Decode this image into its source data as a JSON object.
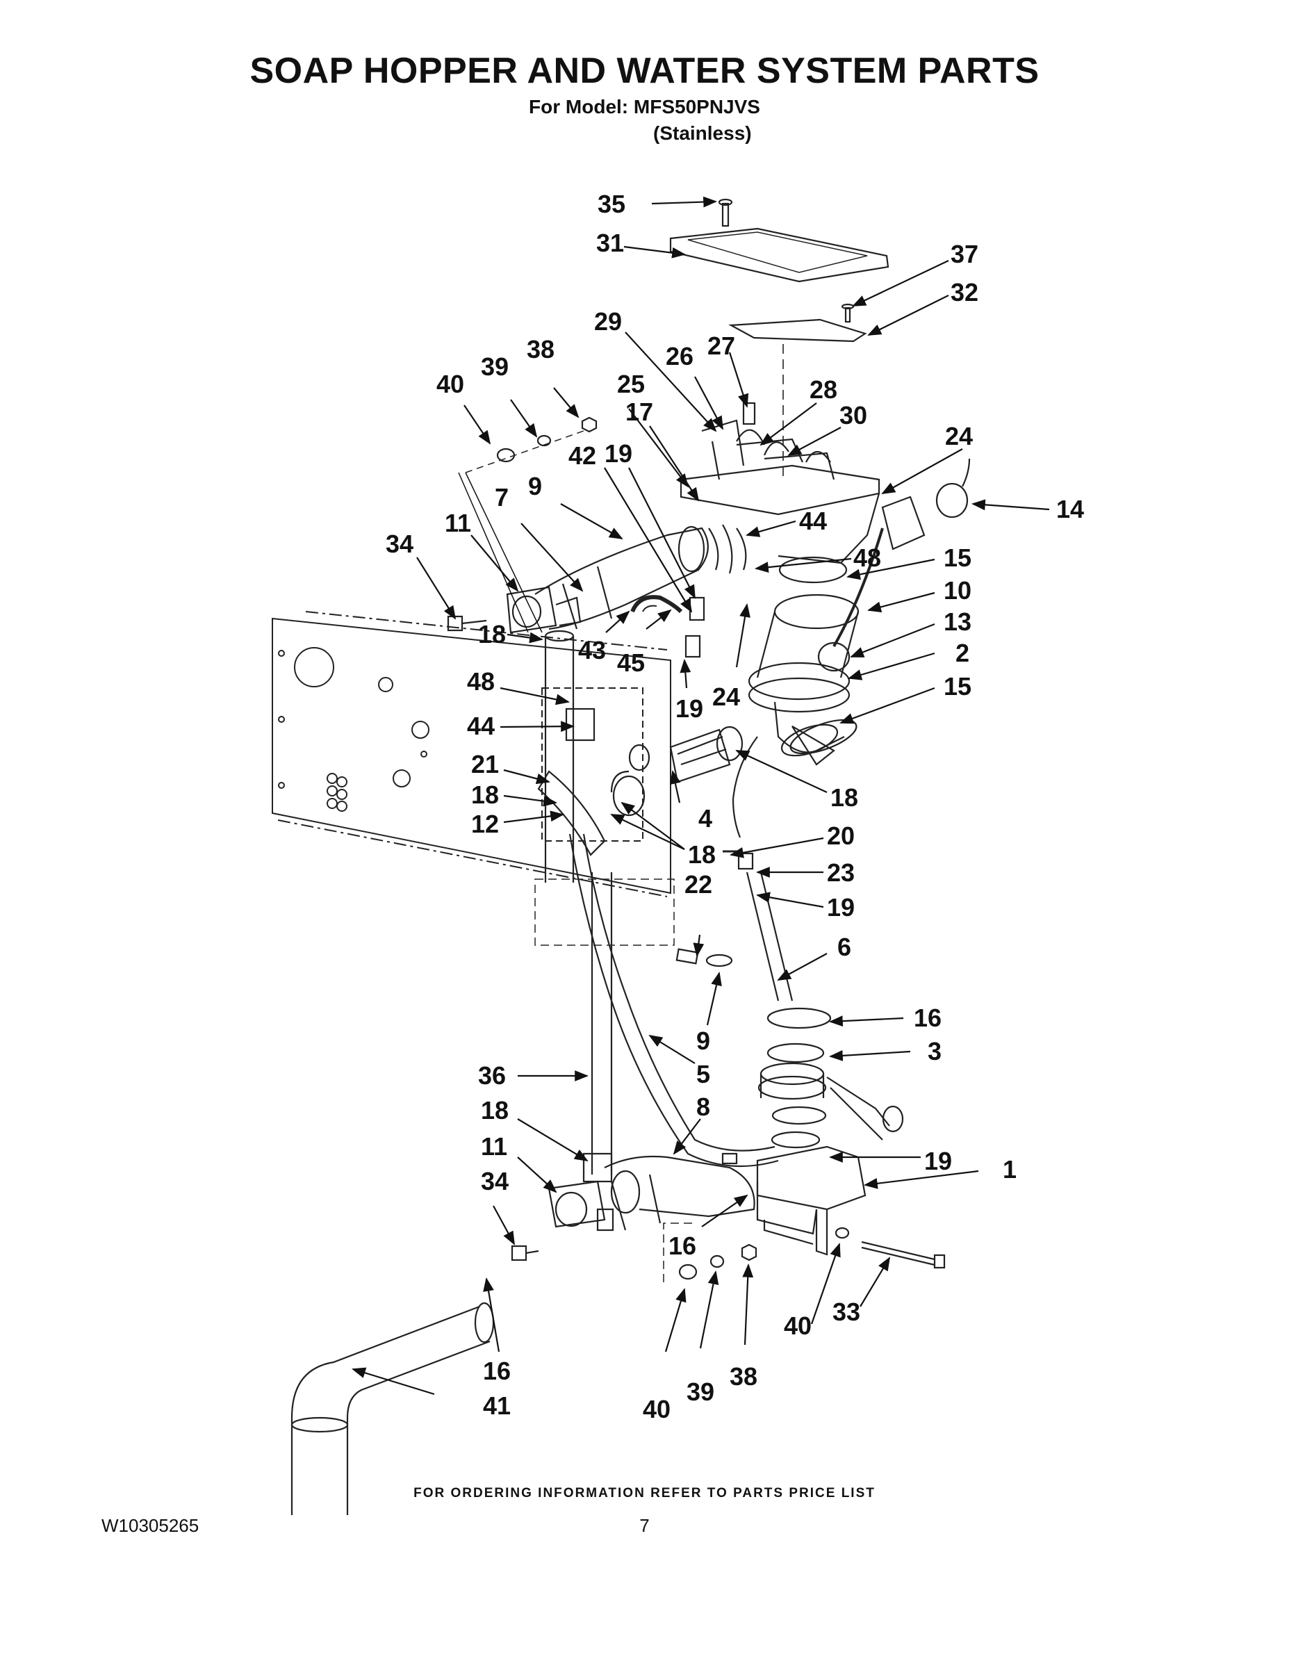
{
  "title": "SOAP HOPPER AND WATER SYSTEM PARTS",
  "subtitle": "For Model: MFS50PNJVS",
  "finish": "(Stainless)",
  "footer_note": "FOR ORDERING INFORMATION REFER TO PARTS PRICE LIST",
  "doc_number": "W10305265",
  "page_number": "7",
  "callouts": {
    "c35": "35",
    "c31": "31",
    "c37": "37",
    "c32": "32",
    "c29": "29",
    "c26": "26",
    "c27": "27",
    "c28": "28",
    "c30": "30",
    "c24a": "24",
    "c14": "14",
    "c40a": "40",
    "c39a": "39",
    "c38a": "38",
    "c25": "25",
    "c17": "17",
    "c42": "42",
    "c19a": "19",
    "c11a": "11",
    "c7": "7",
    "c9a": "9",
    "c34a": "34",
    "c44a": "44",
    "c48a": "48",
    "c15a": "15",
    "c10": "10",
    "c13": "13",
    "c2": "2",
    "c15b": "15",
    "c18a": "18",
    "c43": "43",
    "c45": "45",
    "c24b": "24",
    "c19b": "19",
    "c48b": "48",
    "c44b": "44",
    "c21": "21",
    "c18b": "18",
    "c12": "12",
    "c18c": "18",
    "c4": "4",
    "c18d": "18",
    "c20": "20",
    "c23": "23",
    "c19c": "19",
    "c22": "22",
    "c6": "6",
    "c16a": "16",
    "c3": "3",
    "c9b": "9",
    "c5": "5",
    "c36": "36",
    "c8": "8",
    "c18e": "18",
    "c11b": "11",
    "c34b": "34",
    "c19d": "19",
    "c1": "1",
    "c16b": "16",
    "c40b": "40",
    "c33": "33",
    "c16c": "16",
    "c41": "41",
    "c40c": "40",
    "c39b": "39",
    "c38b": "38"
  }
}
